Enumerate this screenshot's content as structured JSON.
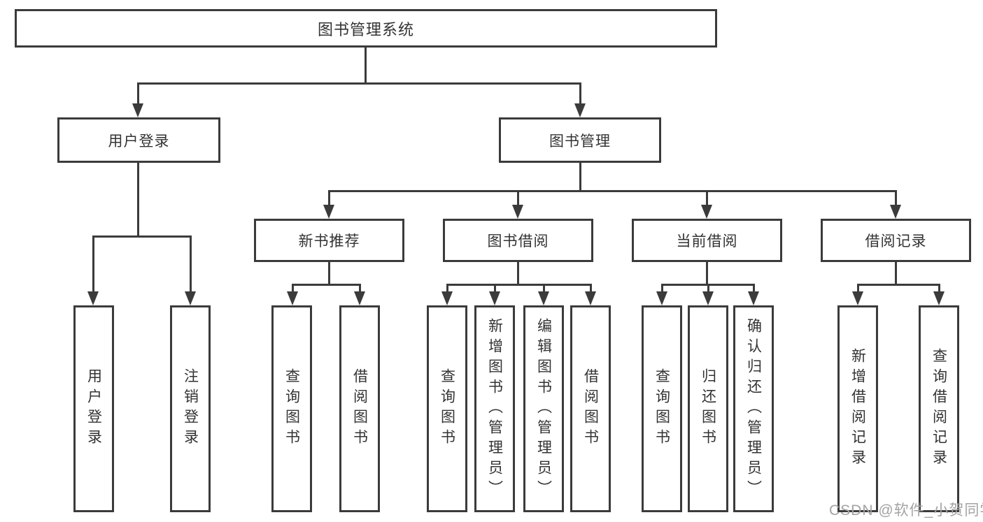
{
  "diagram_type": "hierarchy-tree",
  "tree": {
    "label": "图书管理系统",
    "children": [
      {
        "label": "用户登录",
        "children": [
          {
            "label": "用户登录"
          },
          {
            "label": "注销登录"
          }
        ]
      },
      {
        "label": "图书管理",
        "children": [
          {
            "label": "新书推荐",
            "children": [
              {
                "label": "查询图书"
              },
              {
                "label": "借阅图书"
              }
            ]
          },
          {
            "label": "图书借阅",
            "children": [
              {
                "label": "查询图书"
              },
              {
                "label": "新增图书（管理员）"
              },
              {
                "label": "编辑图书（管理员）"
              },
              {
                "label": "借阅图书"
              }
            ]
          },
          {
            "label": "当前借阅",
            "children": [
              {
                "label": "查询图书"
              },
              {
                "label": "归还图书"
              },
              {
                "label": "确认归还（管理员）"
              }
            ]
          },
          {
            "label": "借阅记录",
            "children": [
              {
                "label": "新增借阅记录"
              },
              {
                "label": "查询借阅记录"
              }
            ]
          }
        ]
      }
    ]
  },
  "watermark": {
    "text": "CSDN @软件_小贺同学"
  },
  "colors": {
    "line": "#3b3b3b",
    "text": "#333333",
    "watermark": "#a3a3a3",
    "background": "#ffffff"
  }
}
